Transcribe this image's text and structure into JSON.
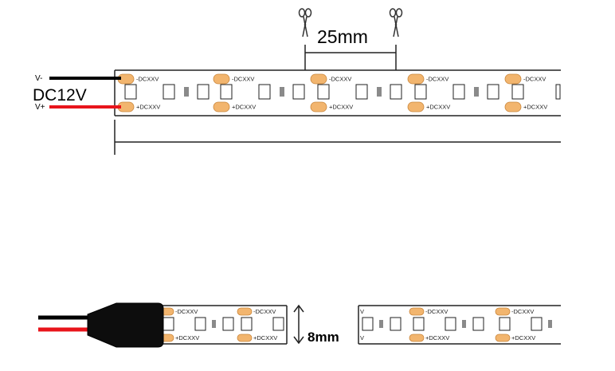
{
  "top_strip": {
    "voltage_label": "DC12V",
    "wire_negative_label": "V-",
    "wire_positive_label": "V+",
    "cut_length_label": "25mm",
    "pad_negative_label": "-DCXXV",
    "pad_positive_label": "+DCXXV",
    "wire_negative_color": "#000000",
    "wire_positive_color": "#e8141b"
  },
  "bottom_strip": {
    "width_label": "8mm",
    "pad_negative_label": "-DCXXV",
    "pad_positive_label": "+DCXXV"
  },
  "colors": {
    "pad": "#f2b56e",
    "pad_stroke": "#c9863c",
    "strip_outline": "#222222",
    "resistor": "#8a8a8a"
  }
}
